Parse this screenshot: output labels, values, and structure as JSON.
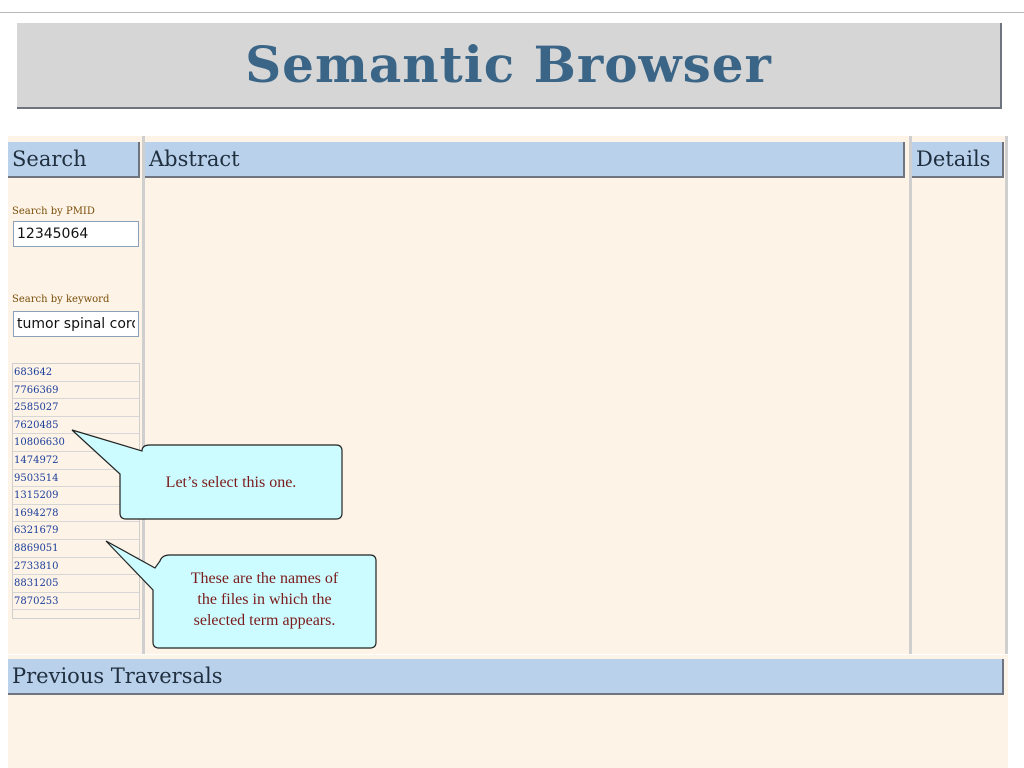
{
  "app": {
    "title": "Semantic Browser"
  },
  "panels": {
    "search": {
      "header": "Search"
    },
    "abstract": {
      "header": "Abstract"
    },
    "details": {
      "header": "Details"
    },
    "traversals": {
      "header": "Previous Traversals"
    }
  },
  "search": {
    "pmid_label": "Search by PMID",
    "pmid_value": "12345064",
    "keyword_label": "Search by keyword",
    "keyword_value": "tumor spinal cord"
  },
  "results": [
    "683642",
    "7766369",
    "2585027",
    "7620485",
    "10806630",
    "1474972",
    "9503514",
    "1315209",
    "1694278",
    "6321679",
    "8869051",
    "2733810",
    "8831205",
    "7870253"
  ],
  "callouts": {
    "select": "Let’s select this one.",
    "files_line1": "These are the names of",
    "files_line2": "the files in which the",
    "files_line3": "selected term appears."
  },
  "colors": {
    "banner_bg": "#d6d6d6",
    "title_color": "#3a6587",
    "panel_bg": "#fdf3e6",
    "header_bg": "#b9d1ea",
    "link_color": "#1b3e9c",
    "callout_bg": "#ccfcff",
    "callout_text": "#7a1a1a"
  }
}
